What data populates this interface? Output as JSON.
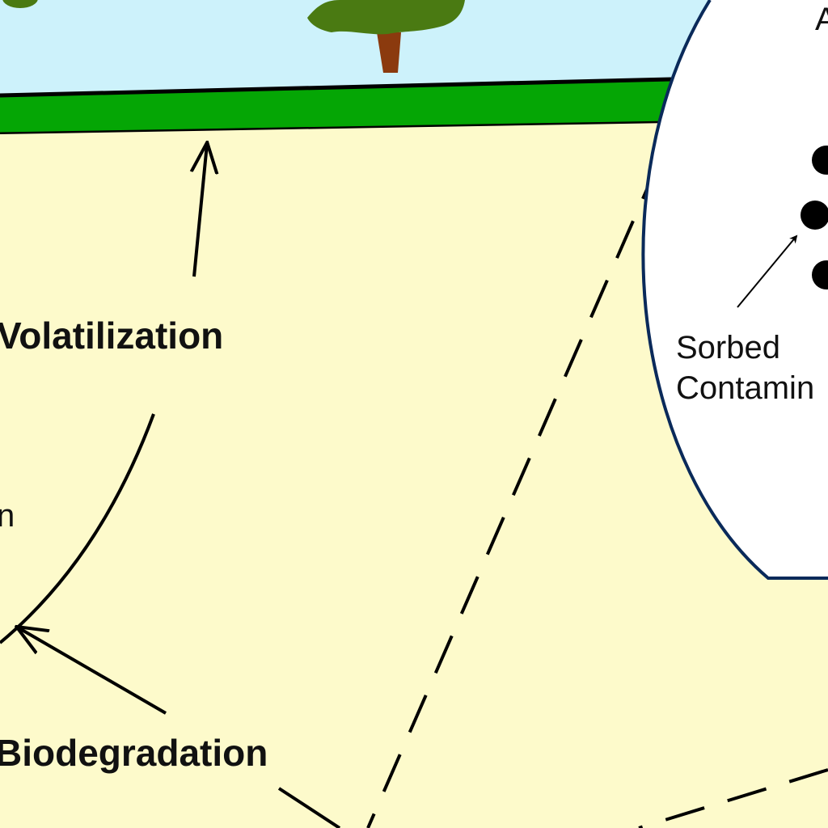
{
  "colors": {
    "sky": "#cdf2fb",
    "grass": "#05a605",
    "soil": "#fdfacb",
    "tree_crown": "#4a7a12",
    "tree_trunk": "#8b3a0e",
    "inset_border": "#0a2a5a"
  },
  "labels": {
    "volatilization": "Volatilization",
    "biodegradation": "Biodegradation",
    "partial_left": "n",
    "inset_top_partial": "A",
    "sorbed_line1": "Sorbed",
    "sorbed_line2": "Contamin"
  }
}
